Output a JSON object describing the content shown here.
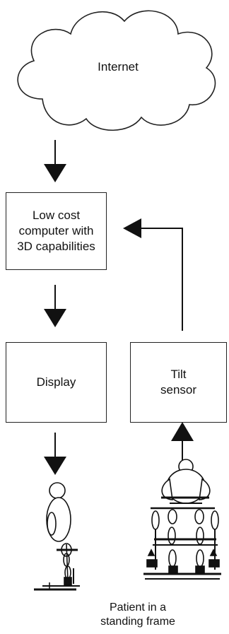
{
  "diagram": {
    "cloud_label": "Internet",
    "computer_label": "Low cost computer with 3D capabilities",
    "display_label": "Display",
    "sensor_label": "Tilt sensor",
    "patient_label": "Patient in a standing frame",
    "line_color": "#111111"
  },
  "nodes": [
    {
      "id": "internet",
      "kind": "cloud"
    },
    {
      "id": "computer",
      "kind": "box"
    },
    {
      "id": "display",
      "kind": "box"
    },
    {
      "id": "sensor",
      "kind": "box"
    },
    {
      "id": "patient-side",
      "kind": "figure"
    },
    {
      "id": "patient-front",
      "kind": "figure"
    }
  ],
  "edges": [
    {
      "from": "internet",
      "to": "computer"
    },
    {
      "from": "computer",
      "to": "display"
    },
    {
      "from": "display",
      "to": "patient-side"
    },
    {
      "from": "patient-front",
      "to": "sensor"
    },
    {
      "from": "sensor",
      "to": "computer"
    }
  ]
}
